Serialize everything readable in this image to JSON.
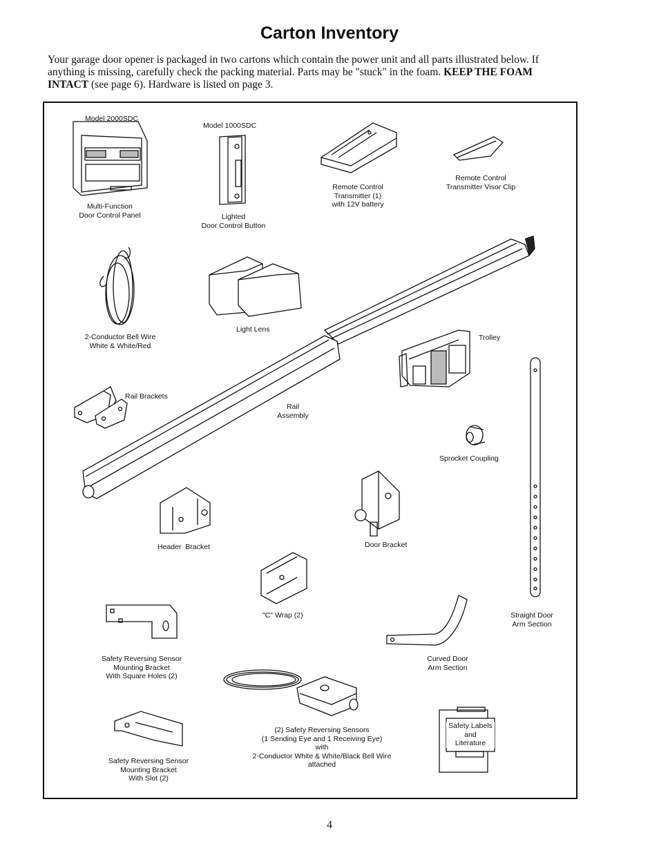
{
  "page": {
    "title": "Carton Inventory",
    "intro_text": "Your garage door opener is packaged in two cartons which contain the power unit and all parts illustrated below. If anything is missing, carefully check the packing material. Parts may be \"stuck\" in the foam. ",
    "intro_bold": "KEEP THE FOAM INTACT",
    "intro_tail": " (see page 6). Hardware is listed on page 3.",
    "page_number": "4"
  },
  "parts": {
    "model_2000": "Model 2000SDC",
    "multi_function": "Multi-Function\nDoor Control Panel",
    "model_1000": "Model 1000SDC",
    "lighted_button": "Lighted\nDoor Control Button",
    "remote": "Remote Control\nTransmitter (1)\nwith 12V battery",
    "visor_clip": "Remote Control\nTransmitter Visor Clip",
    "bell_wire": "2-Conductor Bell Wire\nWhite & White/Red",
    "light_lens": "Light Lens",
    "trolley": "Trolley",
    "rail_brackets": "Rail Brackets",
    "rail_assembly": "Rail\nAssembly",
    "sprocket": "Sprocket Coupling",
    "header_bracket": "Header  Bracket",
    "door_bracket": "Door Bracket",
    "c_wrap": "\"C\" Wrap (2)",
    "straight_arm": "Straight Door\nArm Section",
    "sensor_bracket_square": "Safety Reversing Sensor\nMounting Bracket\nWith Square Holes (2)",
    "curved_arm": "Curved Door\nArm Section",
    "sensors": "(2) Safety Reversing Sensors\n(1 Sending Eye and 1 Receiving Eye)\nwith\n2-Conductor White & White/Black Bell Wire\nattached",
    "sensor_bracket_slot": "Safety Reversing Sensor\nMounting Bracket\nWith Slot (2)",
    "safety_labels": "Safety Labels\nand\nLiterature"
  }
}
